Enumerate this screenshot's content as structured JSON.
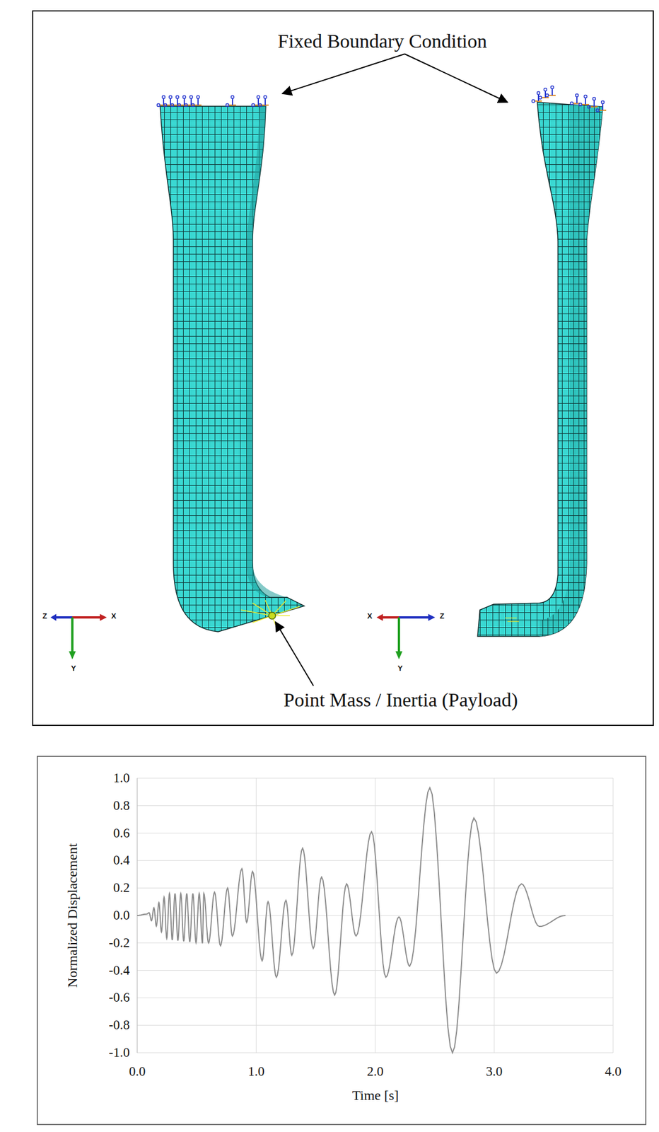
{
  "diagram": {
    "labels": [
      "Fixed Boundary Condition",
      "Point Mass / Inertia (Payload)",
      "Z",
      "X",
      "Y",
      "X",
      "Z",
      "Y",
      "1.0",
      "0.8",
      "0.6",
      "0.4",
      "0.2",
      "0.0",
      "-0.2",
      "-0.4",
      "-0.6",
      "-0.8",
      "-1.0",
      "0.0",
      "1.0",
      "2.0",
      "3.0",
      "4.0",
      "Normalized Displacement",
      "Time [s]"
    ]
  }
}
